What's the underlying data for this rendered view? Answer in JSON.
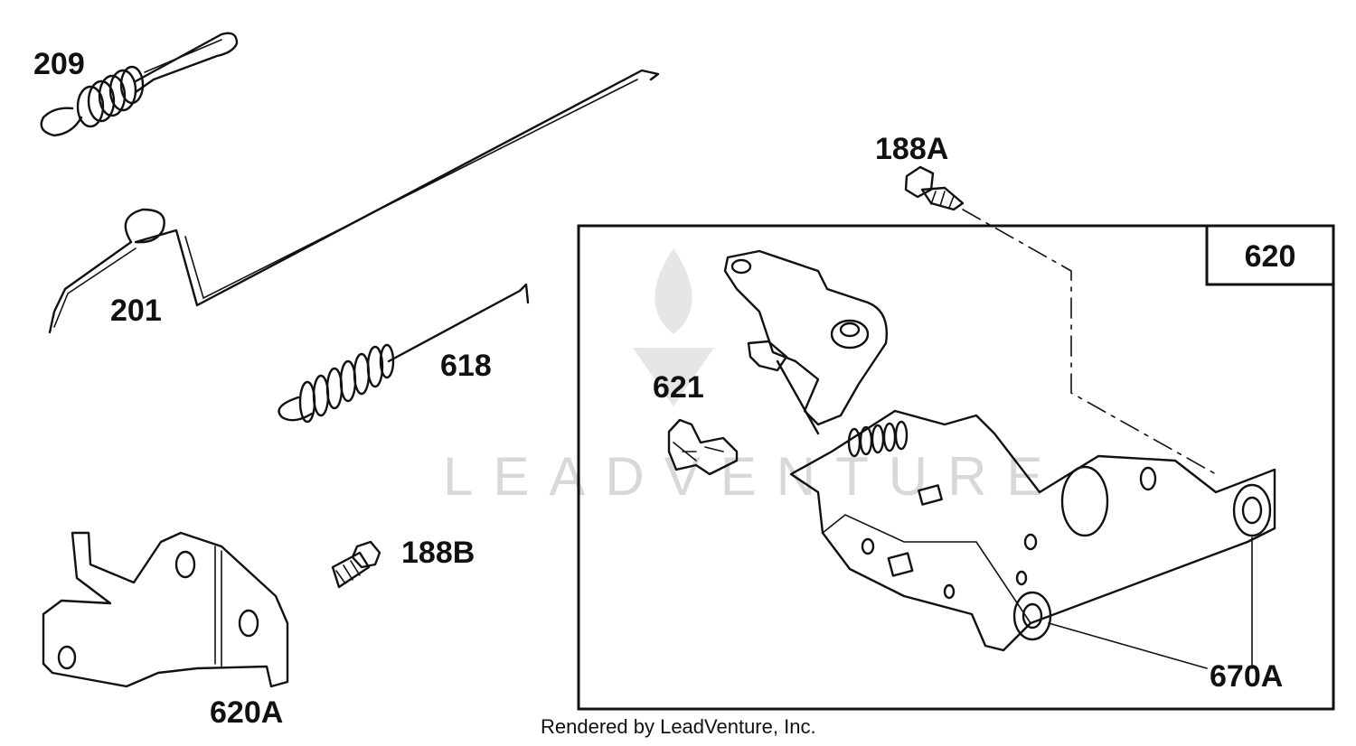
{
  "watermark": {
    "text": "LEADVENTURE"
  },
  "credit": "Rendered by LeadVenture, Inc.",
  "assembly_box_label": "620",
  "labels": {
    "p209": "209",
    "p201": "201",
    "p618": "618",
    "p188A": "188A",
    "p188B": "188B",
    "p620A": "620A",
    "p621": "621",
    "p670A": "670A"
  }
}
